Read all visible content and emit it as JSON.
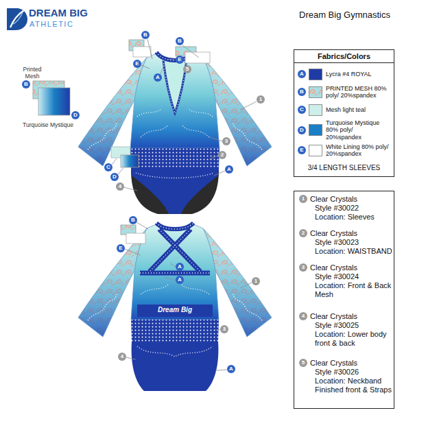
{
  "diagram": {
    "title": "Dream Big Gymnastics",
    "nodes": [
      {
        "text": [
          "Fabrics/Colors",
          "3/4 LENGTH SLEEVES"
        ]
      },
      {
        "text": [
          "Clear Crystals",
          "Style #30022",
          "Location: Sleeves"
        ]
      },
      {
        "text": [
          "Clear Crystals",
          "Style #30023",
          "Location: WAISTBAND"
        ]
      },
      {
        "text": [
          "Clear Crystals",
          "Style #30024",
          "Location: Front & Back Mesh"
        ]
      },
      {
        "text": [
          "Clear Crystals",
          "Style #30025",
          "Location: Lower body front & back"
        ]
      },
      {
        "text": [
          "Clear Crystals",
          "Style #30026",
          "Location: Neckband Finished front & Straps"
        ]
      }
    ],
    "labels": [
      "DREAM BIG",
      "ATHLETIC",
      "Printed Mesh",
      "B",
      "Turquoise Mystique",
      "D",
      "B",
      "B",
      "E",
      "E",
      "A",
      "5",
      "1",
      "3",
      "2",
      "A",
      "C",
      "D",
      "4",
      "B",
      "E",
      "A",
      "A",
      "1",
      "3",
      "4",
      "A",
      "Dream Big",
      "A",
      "B",
      "C",
      "D",
      "E",
      "1",
      "2",
      "3",
      "4",
      "5"
    ],
    "legend": [
      {
        "text": "Lycra #4 ROYAL",
        "color": "#1f3ba6"
      },
      {
        "text": "PRINTED MESH 80% poly/ 20%spandex"
      },
      {
        "text": "Mesh light teal",
        "color": "#cdeee9"
      },
      {
        "text": "Turquoise Mystique 80% poly/ 20%spandex",
        "color": "#1a7fc4"
      },
      {
        "text": "White Lining 80% poly/ 20%spandex",
        "color": "#ffffff"
      }
    ]
  }
}
